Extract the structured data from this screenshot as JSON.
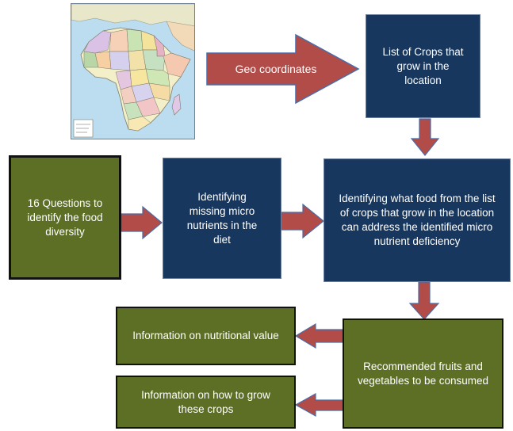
{
  "diagram": {
    "geo_label": "Geo coordinates",
    "crops_box": "List of Crops that grow in the location",
    "questions_box": "16 Questions to identify the food diversity",
    "missing_box": "Identifying missing micro nutrients in the diet",
    "identify_food_box": "Identifying what food from the list of crops that grow in the location can address the identified micro nutrient deficiency",
    "recommended_box": "Recommended fruits and vegetables to be consumed",
    "nutrition_box": "Information on nutritional value",
    "grow_box": "Information on how to grow these crops"
  },
  "colors": {
    "navy": "#17375e",
    "green": "#5c6f24",
    "arrow": "#b14c48",
    "arrow_border": "#4a6ca8"
  },
  "icons": {
    "map": "africa-political-map"
  }
}
